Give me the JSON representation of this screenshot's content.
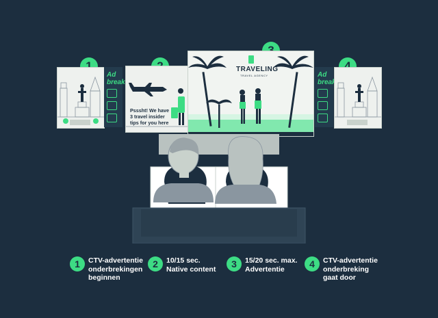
{
  "steps": [
    {
      "number": "1",
      "label": "CTV-advertentie\nonderbrekingen\nbeginnen"
    },
    {
      "number": "2",
      "label": "10/15 sec.\nNative content"
    },
    {
      "number": "3",
      "label": "15/20 sec. max.\nAdvertentie"
    },
    {
      "number": "4",
      "label": "CTV-advertentie\nonderbreking\ngaat door"
    }
  ],
  "screen1": {
    "adbreak": "Ad\nbreak"
  },
  "screen2": {
    "bubble": "Psssht! We have\n3 travel insider\ntips for you here"
  },
  "screen3": {
    "brand": "TRAVELING",
    "brand_sub": "TRAVEL AGENCY"
  },
  "screen4": {
    "adbreak": "Ad\nbreak"
  },
  "colors": {
    "background": "#1c2e3f",
    "accent": "#3ddc84",
    "panel": "#233b4d"
  }
}
